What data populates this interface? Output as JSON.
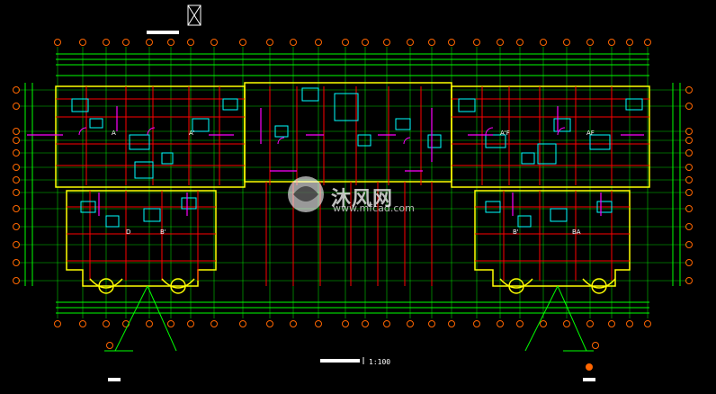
{
  "watermark": {
    "brand": "沐风网",
    "url": "www.mfcad.com"
  },
  "scale_label": "1:100",
  "unit_tags": [
    "A",
    "A'",
    "A'F",
    "AF",
    "D",
    "B'",
    "B'",
    "BA"
  ],
  "colors": {
    "background": "#000000",
    "axis_green": "#00ff00",
    "wall_yellow": "#ffff00",
    "wall_red": "#ff0000",
    "furniture_cyan": "#00ffff",
    "door_magenta": "#ff00ff",
    "text_white": "#ffffff",
    "bubble_orange": "#ff6600"
  }
}
